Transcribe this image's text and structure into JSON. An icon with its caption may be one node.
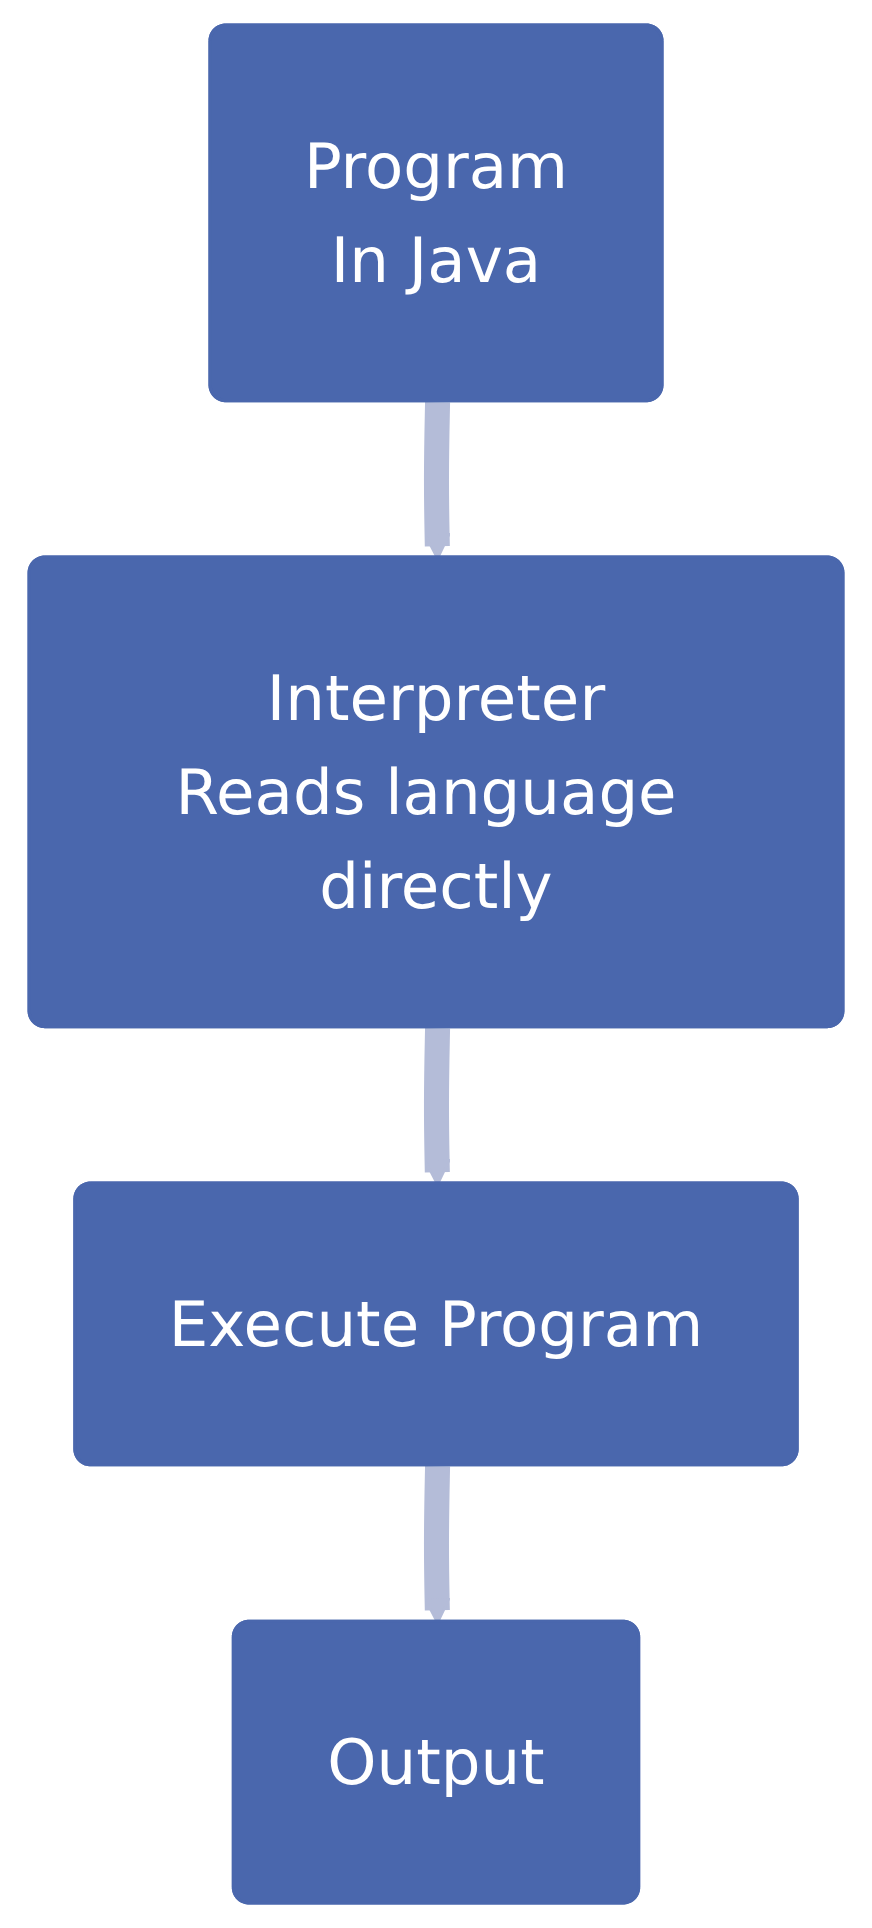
{
  "diagram": {
    "nodes": [
      {
        "text": [
          "Program",
          "In Java"
        ]
      },
      {
        "text": [
          "Interpreter",
          "Reads language directly"
        ]
      },
      {
        "text": [
          "Execute Program"
        ]
      },
      {
        "text": [
          "Output"
        ]
      }
    ],
    "edges": [
      {
        "from": 0,
        "to": 1,
        "arrow": "to"
      },
      {
        "from": 1,
        "to": 2,
        "arrow": "to"
      },
      {
        "from": 2,
        "to": 3,
        "arrow": "to"
      }
    ]
  }
}
